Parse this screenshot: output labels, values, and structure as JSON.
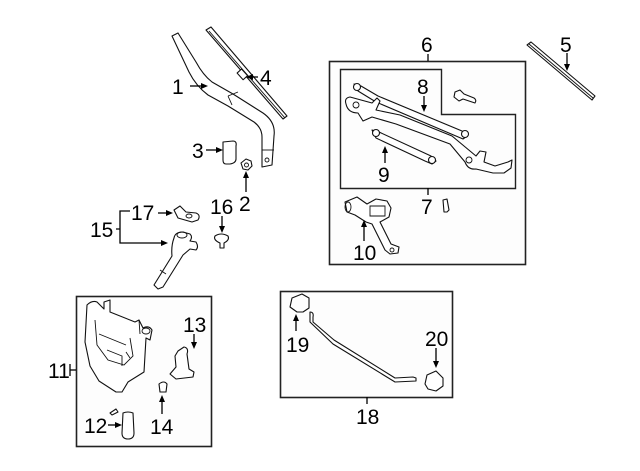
{
  "diagram": {
    "title": "Windshield Wiper & Washer Components",
    "callouts": {
      "c1": "1",
      "c2": "2",
      "c3": "3",
      "c4": "4",
      "c5": "5",
      "c6": "6",
      "c7": "7",
      "c8": "8",
      "c9": "9",
      "c10": "10",
      "c11": "11",
      "c12": "12",
      "c13": "13",
      "c14": "14",
      "c15": "15",
      "c16": "16",
      "c17": "17",
      "c18": "18",
      "c19": "19",
      "c20": "20"
    },
    "parts": [
      {
        "callout": "1",
        "name": "wiper-arm"
      },
      {
        "callout": "2",
        "name": "arm-nut"
      },
      {
        "callout": "3",
        "name": "arm-cap"
      },
      {
        "callout": "4",
        "name": "wiper-blade"
      },
      {
        "callout": "5",
        "name": "blade-refill"
      },
      {
        "callout": "6",
        "name": "wiper-motor-and-linkage-assembly"
      },
      {
        "callout": "7",
        "name": "linkage-assembly"
      },
      {
        "callout": "8",
        "name": "drive-link"
      },
      {
        "callout": "9",
        "name": "connecting-rod"
      },
      {
        "callout": "10",
        "name": "wiper-motor"
      },
      {
        "callout": "11",
        "name": "washer-reservoir-assembly"
      },
      {
        "callout": "12",
        "name": "reservoir-filler-neck"
      },
      {
        "callout": "13",
        "name": "washer-pump"
      },
      {
        "callout": "14",
        "name": "pump-grommet"
      },
      {
        "callout": "15",
        "name": "washer-nozzle-assembly"
      },
      {
        "callout": "16",
        "name": "nozzle-clip"
      },
      {
        "callout": "17",
        "name": "nozzle-bracket"
      },
      {
        "callout": "18",
        "name": "washer-hose-assembly"
      },
      {
        "callout": "19",
        "name": "hose-connector-left"
      },
      {
        "callout": "20",
        "name": "hose-connector-right"
      }
    ]
  }
}
